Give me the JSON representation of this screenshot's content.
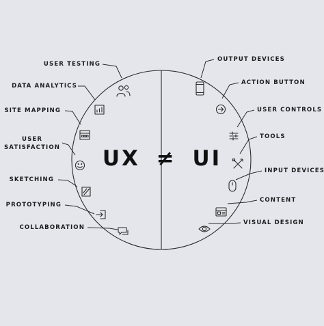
{
  "title": {
    "left": "UX",
    "symbol": "≠",
    "right": "UI"
  },
  "ux_items": [
    {
      "label": "USER TESTING",
      "icon": "users-icon"
    },
    {
      "label": "DATA ANALYTICS",
      "icon": "bar-chart-icon"
    },
    {
      "label": "SITE MAPPING",
      "icon": "sitemap-icon"
    },
    {
      "label": "USER SATISFACTION",
      "line1": "USER",
      "line2": "SATISFACTION",
      "icon": "smiley-icon"
    },
    {
      "label": "SKETCHING",
      "icon": "sketch-pad-icon"
    },
    {
      "label": "PROTOTYPING",
      "icon": "prototype-icon"
    },
    {
      "label": "COLLABORATION",
      "icon": "chat-bubbles-icon"
    }
  ],
  "ui_items": [
    {
      "label": "OUTPUT DEVICES",
      "icon": "smartphone-icon"
    },
    {
      "label": "ACTION BUTTON",
      "icon": "arrow-circle-icon"
    },
    {
      "label": "USER CONTROLS",
      "icon": "sliders-icon"
    },
    {
      "label": "TOOLS",
      "icon": "tools-icon"
    },
    {
      "label": "INPUT DEVICES",
      "icon": "mouse-icon"
    },
    {
      "label": "CONTENT",
      "icon": "layout-icon"
    },
    {
      "label": "VISUAL DESIGN",
      "icon": "eye-icon"
    }
  ],
  "colors": {
    "background": "#e4e6ec",
    "stroke": "#2a2a2a",
    "text": "#1d1d1f"
  }
}
